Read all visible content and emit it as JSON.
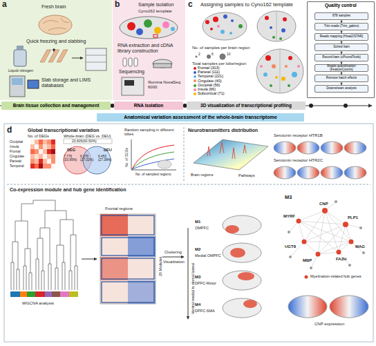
{
  "diagram": {
    "nodes": [
      {
        "text": [
          "Brain tissue collection and management"
        ]
      },
      {
        "text": [
          "RNA isolation"
        ]
      },
      {
        "text": [
          "3D visualization of transcriptional profiling"
        ]
      },
      {
        "text": [
          "Anatomical variation assessment of the whole-brain transcriptome"
        ]
      },
      {
        "text": [
          "Quality control"
        ]
      },
      {
        "text": [
          "878 samples"
        ],
        "in": 4
      },
      {
        "text": [
          "Trim reads (Trim_galore)"
        ],
        "in": 4
      },
      {
        "text": [
          "Reads mapping (Hisat2/STAR)"
        ],
        "in": 4
      },
      {
        "text": [
          "Sorted bam"
        ],
        "in": 4
      },
      {
        "text": [
          "Record bam (cPoundTools)"
        ],
        "in": 4
      },
      {
        "text": [
          "Reads quantification (FeatureCounts)"
        ],
        "in": 4
      },
      {
        "text": [
          "Remove batch effects"
        ],
        "in": 4
      },
      {
        "text": [
          "Downstream analysis"
        ],
        "in": 4
      }
    ],
    "edges": [
      {
        "from": 5,
        "to": 6,
        "arrow": "to"
      },
      {
        "from": 6,
        "to": 7,
        "arrow": "to"
      },
      {
        "from": 7,
        "to": 8,
        "arrow": "to"
      },
      {
        "from": 8,
        "to": 9,
        "arrow": "to"
      },
      {
        "from": 9,
        "to": 10,
        "arrow": "to"
      },
      {
        "from": 10,
        "to": 11,
        "arrow": "to"
      },
      {
        "from": 11,
        "to": 12,
        "arrow": "to"
      }
    ],
    "labels": [
      "a",
      "Fresh brain",
      "Quick freezing and slabbing",
      "Liquid nitrogen",
      "Slab storage and LIMS databases",
      "b",
      "Sample isolation",
      "Cyno162 template",
      "RNA extraction and cDNA library construction",
      "Sequencing",
      "Illumina NovaSeq 6000",
      "c",
      "Assigning samples to Cyno162 template",
      "No. of samples per brain region",
      "2",
      "6",
      "10",
      "Total samples per lobe/region",
      "d",
      "Global transcriptional variation",
      "No. of DEGs",
      "Occipital",
      "Insula",
      "Frontal",
      "Cingulate",
      "Parietal",
      "Temporal",
      "Whole-brain (DEG vs. DEU)",
      "23,605(60.50%)",
      "DEG",
      "7,779 (33.95%)",
      "6,379 (27.02%)",
      "DEU",
      "6,453 (27.38%)",
      "Random sampling in different lobes",
      "No. of DEGs",
      "No. of sampled regions",
      "Neurotransmitters distribution",
      "Brain regions",
      "Pathways",
      "Serotonin receptor HTR1B",
      "Serotonin receptor HTR2C",
      "Co-expression module and hub gene identification",
      "WGCNA analysis",
      "Frontal regions",
      "20 Modules",
      "Clustering",
      "Visualization",
      "Ventral-medial to dorsal-lateral",
      "M1",
      "OMPFC",
      "M2",
      "Medial OMPFC",
      "M3",
      "DPFC-Motor",
      "M4",
      "DPFC-SMA",
      "M3",
      "CNP",
      "MYRF",
      "PLP1",
      "UGT8",
      "MAG",
      "FA2H",
      "MBP",
      "Myelination-related hub genes",
      "CNP expression"
    ],
    "legend": [
      {
        "text": "Frontal (313)",
        "color": "#e31a1c"
      },
      {
        "text": "Parietal (111)",
        "color": "#3a5fc8"
      },
      {
        "text": "Temporal (221)",
        "color": "#5ab4e5"
      },
      {
        "text": "Cingulate (40)",
        "color": "#f08a5d"
      },
      {
        "text": "Occipital (56)",
        "color": "#3a9b3a"
      },
      {
        "text": "Insula (66)",
        "color": "#ff7fbf"
      },
      {
        "text": "Subcortical (71)",
        "color": "#f5b800"
      }
    ]
  }
}
